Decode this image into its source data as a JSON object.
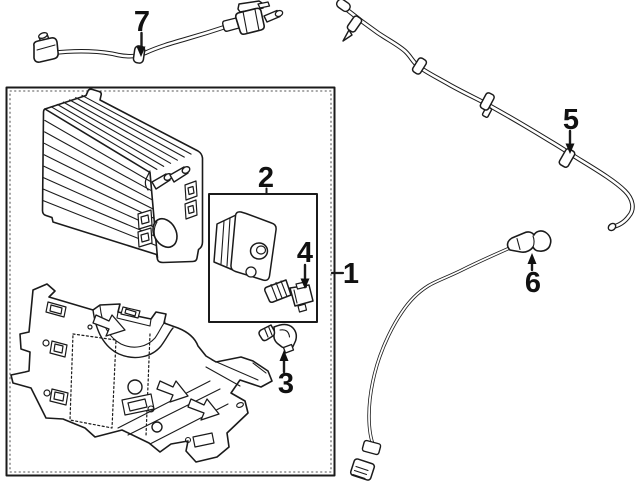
{
  "diagram": {
    "type": "exploded-parts-line-diagram",
    "line_color": "#1b1b1b",
    "background_color": "#ffffff",
    "callouts": [
      {
        "label": "1"
      },
      {
        "label": "2"
      },
      {
        "label": "3"
      },
      {
        "label": "4"
      },
      {
        "label": "5"
      },
      {
        "label": "6"
      },
      {
        "label": "7"
      }
    ]
  }
}
